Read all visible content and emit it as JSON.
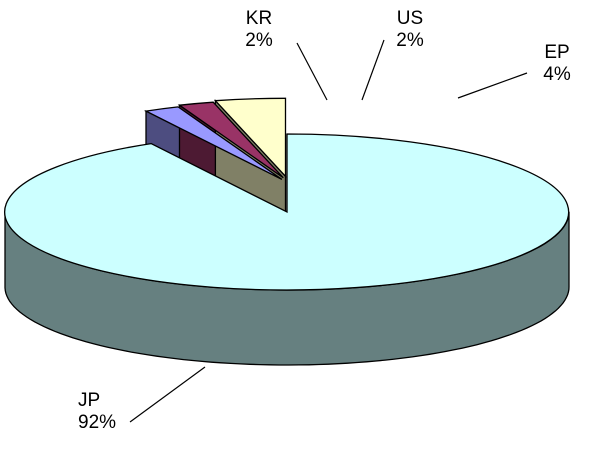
{
  "chart_data": {
    "type": "pie",
    "style": "3d-exploded",
    "legend": "none",
    "slices": [
      {
        "label": "JP",
        "value": 92,
        "value_label": "92%",
        "color": "#ccffff"
      },
      {
        "label": "KR",
        "value": 2,
        "value_label": "2%",
        "color": "#9999ff"
      },
      {
        "label": "US",
        "value": 2,
        "value_label": "2%",
        "color": "#993366"
      },
      {
        "label": "EP",
        "value": 4,
        "value_label": "4%",
        "color": "#ffffcc"
      }
    ]
  }
}
